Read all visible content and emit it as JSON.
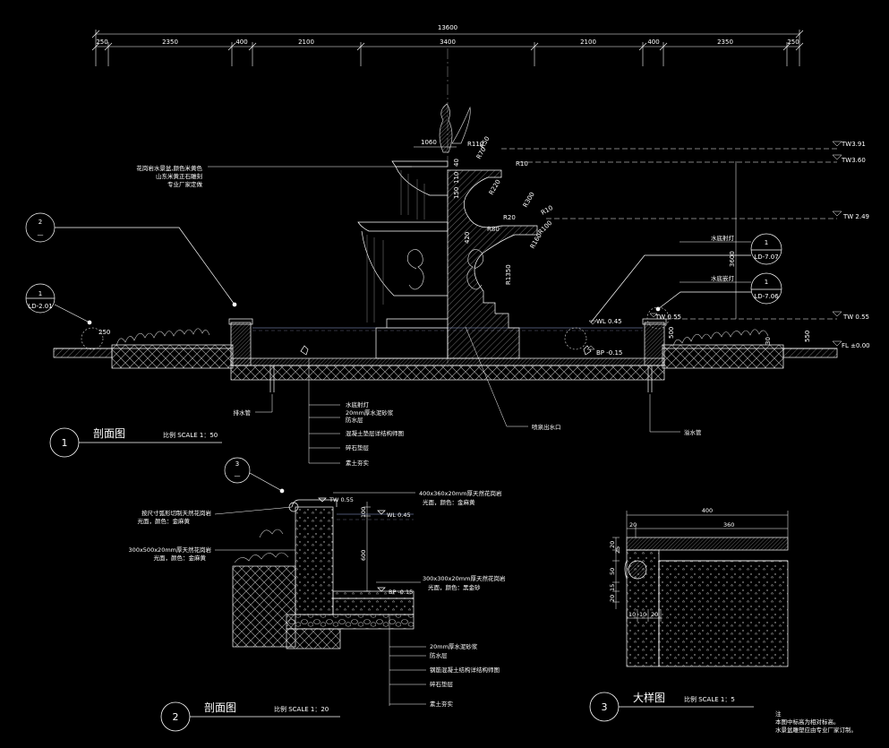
{
  "dimensions": {
    "overall": "13600",
    "segments": [
      "250",
      "2350",
      "400",
      "2100",
      "3400",
      "2100",
      "400",
      "2350",
      "250"
    ]
  },
  "fountain_dims": {
    "d1060": "1060",
    "r110": "R110",
    "r50": "R50",
    "r70": "R70",
    "r10a": "R10",
    "d40": "40",
    "d110": "110",
    "d150": "150",
    "r220": "R220",
    "r300": "R300",
    "r20": "R20",
    "r10b": "R10",
    "r80": "R80",
    "r100": "R100",
    "r160": "R160",
    "d420": "420",
    "r1350": "R1350",
    "d3600": "3600",
    "d500": "500",
    "d250": "250",
    "d30": "30",
    "d550": "550"
  },
  "elevations": {
    "tw391": "TW3.91",
    "tw360": "TW3.60",
    "tw249": "TW 2.49",
    "tw055_right": "TW 0.55",
    "fl000": "FL ±0.00",
    "wl045": "WL 0.45",
    "tw055_mid": "TW 0.55",
    "bp015": "BP -0.15"
  },
  "callouts": {
    "c2_num": "2",
    "c2_sub": "—",
    "c1_num": "1",
    "c1_sub": "LD-2.01",
    "r1_num": "1",
    "r1_sub": "LD-7.07",
    "r2_num": "1",
    "r2_sub": "LD-7.06",
    "c3_num": "3",
    "c3_sub": "—"
  },
  "labels": {
    "basin_1": "花岗岩水景盆,颜色米黄色",
    "basin_2": "山东米黄正石雕刻",
    "basin_3": "专业厂家定做",
    "underwater_light_r": "水底射灯",
    "embedded_light_r": "水底嵌灯",
    "s1_uwlight": "水底射灯",
    "s1_mortar": "20mm厚水泥砂浆",
    "s1_waterproof": "防水层",
    "s1_concrete": "混凝土垫层详结构师图",
    "s1_gravel": "碎石垫层",
    "s1_soil": "素土夯实",
    "drain": "排水管",
    "nozzle": "喷泉出水口",
    "overflow": "溢水管",
    "s2_top_1": "400x360x20mm厚天然花岗岩",
    "s2_top_2": "光面，颜色：金麻黄",
    "s2_arc_1": "按尺寸弧形切制天然花岗岩",
    "s2_arc_2": "光面，颜色：金麻黄",
    "s2_side_1": "300x500x20mm厚天然花岗岩",
    "s2_side_2": "光面，颜色：金麻黄",
    "s2_bot_1": "300x300x20mm厚天然花岗岩",
    "s2_bot_2": "光面，颜色：黑金砂",
    "s2_mortar": "20mm厚水泥砂浆",
    "s2_waterproof": "防水层",
    "s2_concrete": "钢筋混凝土结构详结构师图",
    "s2_gravel": "碎石垫层",
    "s2_soil": "素土夯实",
    "s2_tw": "TW 0.55",
    "s2_wl": "WL 0.45",
    "s2_bp": "BP -0.15",
    "s2_d100": "100",
    "s2_d600": "600"
  },
  "detail3": {
    "d400": "400",
    "d20": "20",
    "d360": "360",
    "v20": "20",
    "v25": "25",
    "v50": "50",
    "v15": "15",
    "v20b": "20",
    "h10a": "10",
    "h10b": "10",
    "h20": "20"
  },
  "titles": {
    "t1_num": "1",
    "t1_name": "剖面图",
    "t1_scale": "比例 SCALE 1：50",
    "t2_num": "2",
    "t2_name": "剖面图",
    "t2_scale": "比例 SCALE 1：20",
    "t3_num": "3",
    "t3_name": "大样图",
    "t3_scale": "比例 SCALE 1：5"
  },
  "notes": {
    "n0": "注",
    "n1": "本图中标高为相对标高。",
    "n2": "水景盆雕塑应由专业厂家订制。"
  }
}
